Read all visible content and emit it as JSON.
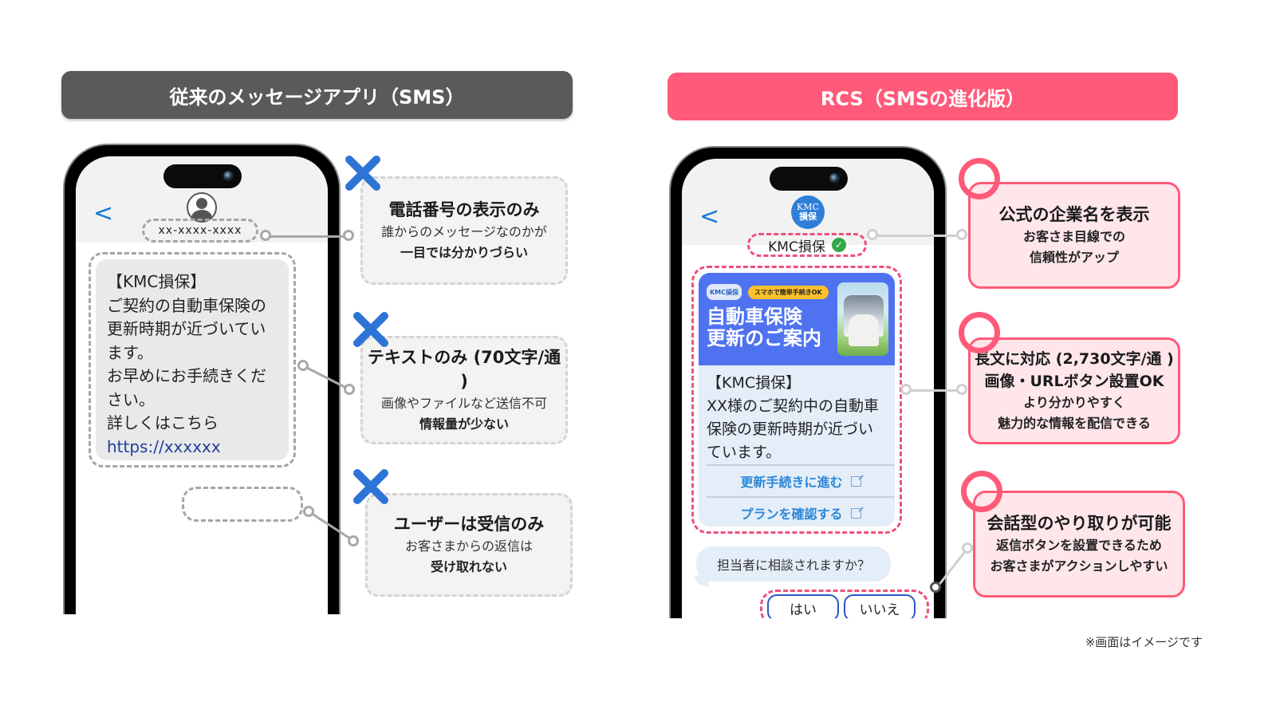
{
  "headers": {
    "sms": "従来のメッセージアプリ（SMS）",
    "rcs": "RCS（SMSの進化版）"
  },
  "sms_phone": {
    "back_icon": "<",
    "sender_number": "xx-xxxx-xxxx",
    "message_lines": [
      "【KMC損保】",
      "ご契約の自動車保険の",
      "更新時期が近づいてい",
      "ます。",
      "お早めにお手続きくだ",
      "さい。",
      "詳しくはこちら"
    ],
    "link": "https://xxxxxx"
  },
  "sms_callouts": [
    {
      "icon": "x-mark-icon",
      "title": "電話番号の表示のみ",
      "line1": "誰からのメッセージなのかが",
      "line2": "一目では分かりづらい"
    },
    {
      "icon": "x-mark-icon",
      "title": "テキストのみ (70文字/通 )",
      "line1": "画像やファイルなど送信不可",
      "line2": "情報量が少ない"
    },
    {
      "icon": "x-mark-icon",
      "title": "ユーザーは受信のみ",
      "line1": "お客さまからの返信は",
      "line2": "受け取れない"
    }
  ],
  "rcs_phone": {
    "back_icon": "<",
    "avatar_text": [
      "KMC",
      "損保"
    ],
    "sender_name": "KMC損保",
    "verified_icon": "✓",
    "banner": {
      "logo": "KMC損保",
      "tag": "スマホで簡単手続きOK",
      "headline_lines": [
        "自動車保険",
        "更新のご案内"
      ]
    },
    "message_lines": [
      "【KMC損保】",
      "XX様のご契約中の自動車",
      "保険の更新時期が近づい",
      "ています。"
    ],
    "actions": [
      "更新手続きに進む",
      "プランを確認する"
    ],
    "question": "担当者に相談されますか？",
    "replies": [
      "はい",
      "いいえ"
    ]
  },
  "rcs_callouts": [
    {
      "title": "公式の企業名を表示",
      "line1": "お客さま目線での",
      "line2": "信頼性がアップ"
    },
    {
      "title": "長文に対応 (2,730文字/通 )",
      "title2": "画像・URLボタン設置OK",
      "line1": "より分かりやすく",
      "line2": "魅力的な情報を配信できる"
    },
    {
      "title": "会話型のやり取りが可能",
      "line1": "返信ボタンを設置できるため",
      "line2": "お客さまがアクションしやすい"
    }
  ],
  "colors": {
    "sms_header": "#5a5a5a",
    "rcs_header": "#ff5a79",
    "x_mark": "#2d74d6",
    "rcs_callout_bg": "#ffe6ea",
    "banner_blue": "#4f73f0"
  },
  "footnote": "※画面はイメージです"
}
